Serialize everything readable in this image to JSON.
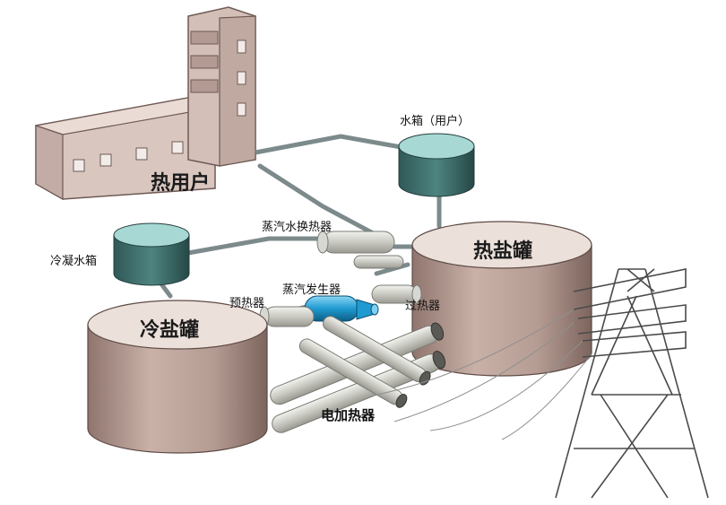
{
  "labels": {
    "heat_user": "热用户",
    "water_tank_user": "水箱（用户）",
    "condensate_tank": "冷凝水箱",
    "steam_water_hx": "蒸汽水换热器",
    "preheater": "预热器",
    "steam_generator": "蒸汽发生器",
    "superheater": "过热器",
    "hot_salt_tank": "热盐罐",
    "cold_salt_tank": "冷盐罐",
    "electric_heater": "电加热器"
  },
  "icons": {
    "building": "building-icon",
    "pylon": "transmission-tower-icon"
  },
  "colors": {
    "tank_body": "#b89f97",
    "tank_shadow": "#8a726b",
    "tank_top": "#e6d8d1",
    "water_tank_body": "#3f6f6c",
    "water_tank_top": "#a7d8d3",
    "building": "#d8c4bd",
    "pipe": "#7d8a8c",
    "equipment": "#dcdcd8",
    "steam_generator": "#2fa6d6",
    "pylon": "#4a4a4a"
  }
}
